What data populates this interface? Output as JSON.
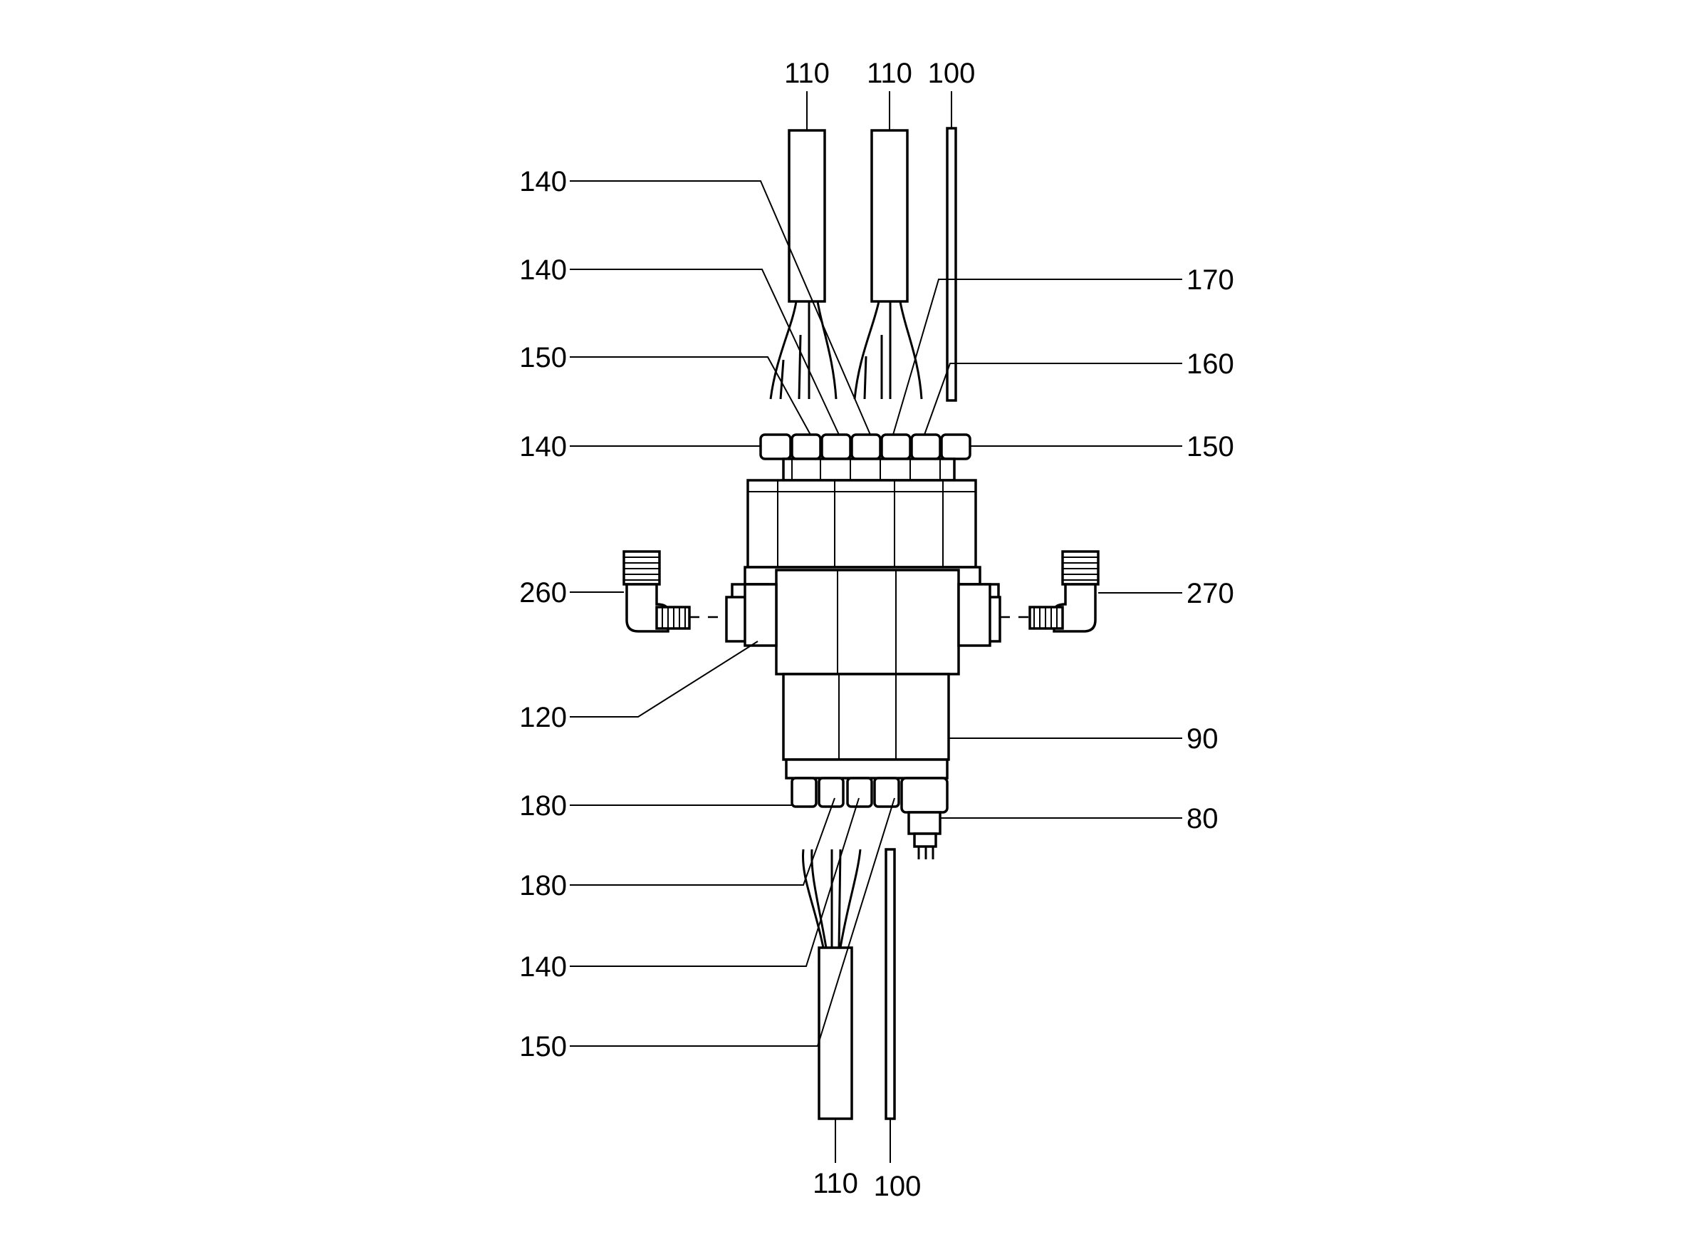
{
  "labels": {
    "top_110_a": "110",
    "top_110_b": "110",
    "top_100": "100",
    "l_140_a": "140",
    "l_140_b": "140",
    "l_150_a": "150",
    "l_140_c": "140",
    "l_260": "260",
    "l_120": "120",
    "l_180_a": "180",
    "l_180_b": "180",
    "l_140_d": "140",
    "l_150_b": "150",
    "r_170": "170",
    "r_160": "160",
    "r_150": "150",
    "r_270": "270",
    "r_90": "90",
    "r_80": "80",
    "bot_110": "110",
    "bot_100": "100"
  }
}
